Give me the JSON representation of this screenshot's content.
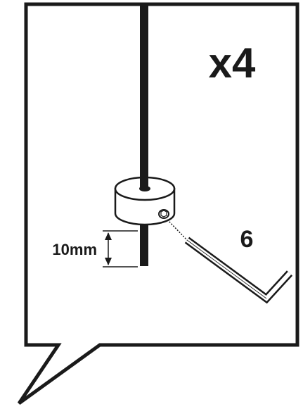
{
  "callout": {
    "quantity_label": "x4",
    "dimension_label": "10mm",
    "tool_size_label": "6"
  },
  "colors": {
    "ink": "#1a1a1a",
    "paper": "#ffffff"
  },
  "icons": [
    "rod",
    "shaft-collar",
    "set-screw",
    "hex-key",
    "dimension-arrow"
  ]
}
